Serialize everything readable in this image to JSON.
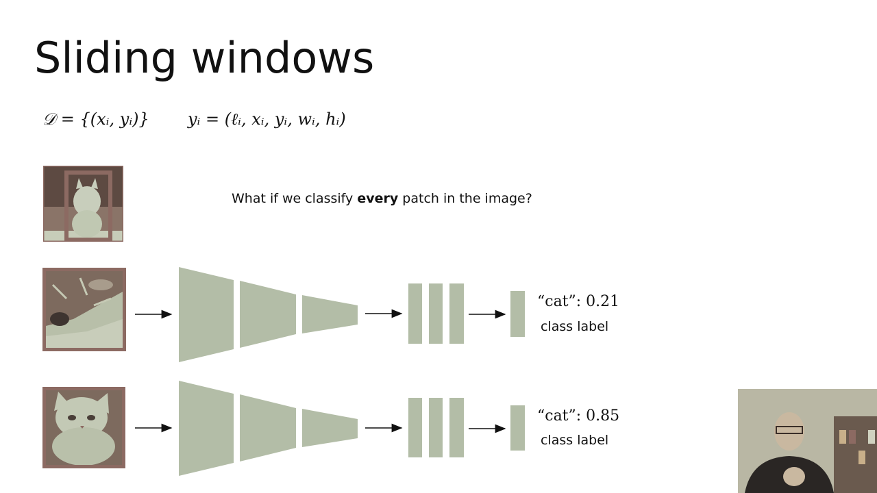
{
  "slide": {
    "title": "Sliding windows",
    "formula_dataset": "𝒟 = {(xᵢ, yᵢ)}",
    "formula_label": "yᵢ = (ℓᵢ, xᵢ, yᵢ, wᵢ, hᵢ)",
    "question_pre": "What if we classify ",
    "question_bold": "every",
    "question_post": " patch in the image?"
  },
  "rows": [
    {
      "score_text": "“cat”: 0.21",
      "class_label": "class label"
    },
    {
      "score_text": "“cat”: 0.85",
      "class_label": "class label"
    }
  ],
  "colors": {
    "layer_fill": "#b3bda7",
    "photo_border": "#8c6a62",
    "arrow": "#111111"
  },
  "icons": {
    "arrow": "right-arrow-icon"
  }
}
